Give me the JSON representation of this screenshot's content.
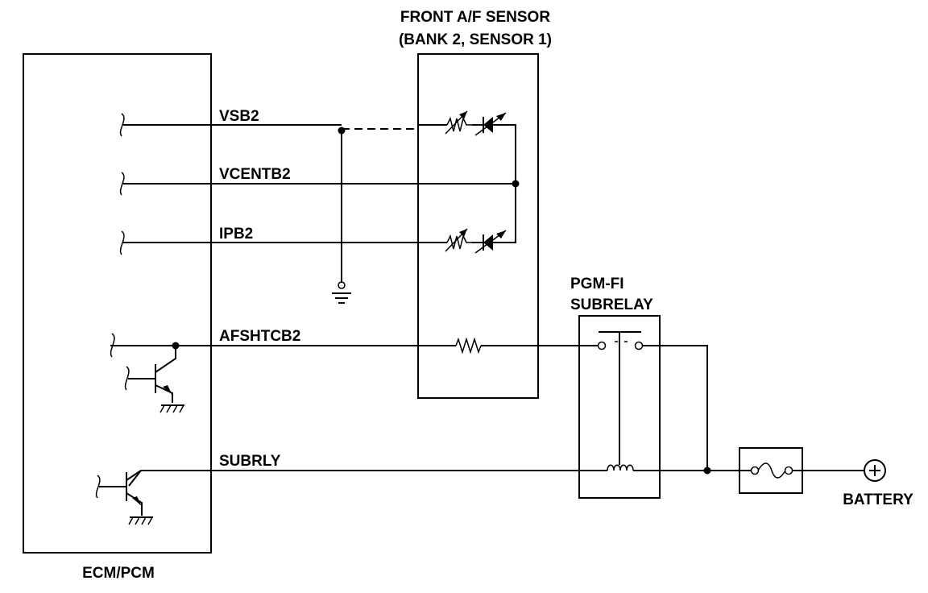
{
  "components": {
    "ecm": {
      "label": "ECM/PCM"
    },
    "sensor": {
      "label_line1": "FRONT A/F SENSOR",
      "label_line2": "(BANK 2, SENSOR 1)"
    },
    "relay": {
      "label_line1": "PGM-FI",
      "label_line2": "SUBRELAY"
    },
    "battery": {
      "label": "BATTERY"
    }
  },
  "wires": {
    "vsb2": "VSB2",
    "vcentb2": "VCENTB2",
    "ipb2": "IPB2",
    "afshtcb2": "AFSHTCB2",
    "subrly": "SUBRLY"
  }
}
